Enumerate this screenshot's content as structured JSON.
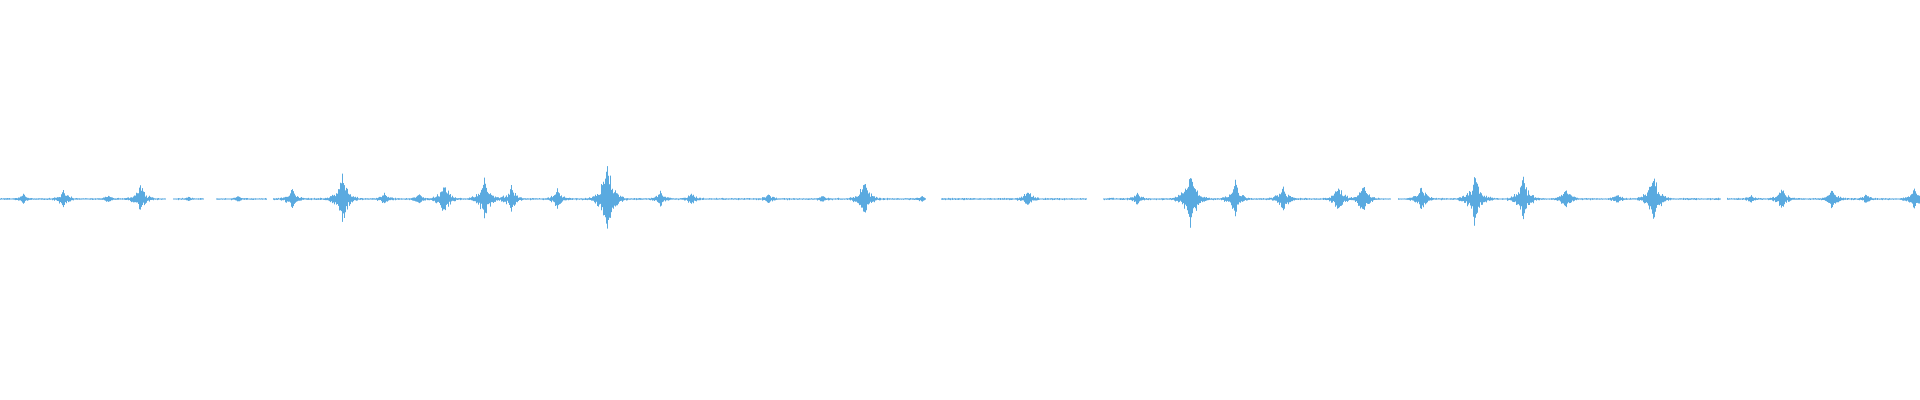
{
  "waveform": {
    "color": "#5aaae0",
    "background": "#ffffff",
    "bursts": [
      {
        "t": 0.012,
        "amp": 0.08
      },
      {
        "t": 0.033,
        "amp": 0.14
      },
      {
        "t": 0.056,
        "amp": 0.06
      },
      {
        "t": 0.073,
        "amp": 0.22
      },
      {
        "t": 0.098,
        "amp": 0.04
      },
      {
        "t": 0.124,
        "amp": 0.05
      },
      {
        "t": 0.152,
        "amp": 0.16
      },
      {
        "t": 0.178,
        "amp": 0.42
      },
      {
        "t": 0.2,
        "amp": 0.1
      },
      {
        "t": 0.218,
        "amp": 0.08
      },
      {
        "t": 0.231,
        "amp": 0.26
      },
      {
        "t": 0.252,
        "amp": 0.34
      },
      {
        "t": 0.266,
        "amp": 0.2
      },
      {
        "t": 0.29,
        "amp": 0.16
      },
      {
        "t": 0.316,
        "amp": 0.62
      },
      {
        "t": 0.344,
        "amp": 0.12
      },
      {
        "t": 0.36,
        "amp": 0.1
      },
      {
        "t": 0.4,
        "amp": 0.08
      },
      {
        "t": 0.428,
        "amp": 0.06
      },
      {
        "t": 0.45,
        "amp": 0.3
      },
      {
        "t": 0.48,
        "amp": 0.05
      },
      {
        "t": 0.535,
        "amp": 0.14
      },
      {
        "t": 0.592,
        "amp": 0.1
      },
      {
        "t": 0.62,
        "amp": 0.48
      },
      {
        "t": 0.643,
        "amp": 0.28
      },
      {
        "t": 0.668,
        "amp": 0.2
      },
      {
        "t": 0.697,
        "amp": 0.22
      },
      {
        "t": 0.71,
        "amp": 0.26
      },
      {
        "t": 0.74,
        "amp": 0.2
      },
      {
        "t": 0.768,
        "amp": 0.44
      },
      {
        "t": 0.793,
        "amp": 0.36
      },
      {
        "t": 0.815,
        "amp": 0.18
      },
      {
        "t": 0.842,
        "amp": 0.08
      },
      {
        "t": 0.861,
        "amp": 0.4
      },
      {
        "t": 0.912,
        "amp": 0.06
      },
      {
        "t": 0.928,
        "amp": 0.18
      },
      {
        "t": 0.954,
        "amp": 0.16
      },
      {
        "t": 0.972,
        "amp": 0.08
      },
      {
        "t": 0.997,
        "amp": 0.18
      }
    ],
    "gaps": [
      [
        0.086,
        0.09
      ],
      [
        0.106,
        0.112
      ],
      [
        0.139,
        0.142
      ],
      [
        0.48,
        0.49
      ],
      [
        0.566,
        0.574
      ],
      [
        0.724,
        0.728
      ],
      [
        0.896,
        0.899
      ]
    ]
  }
}
